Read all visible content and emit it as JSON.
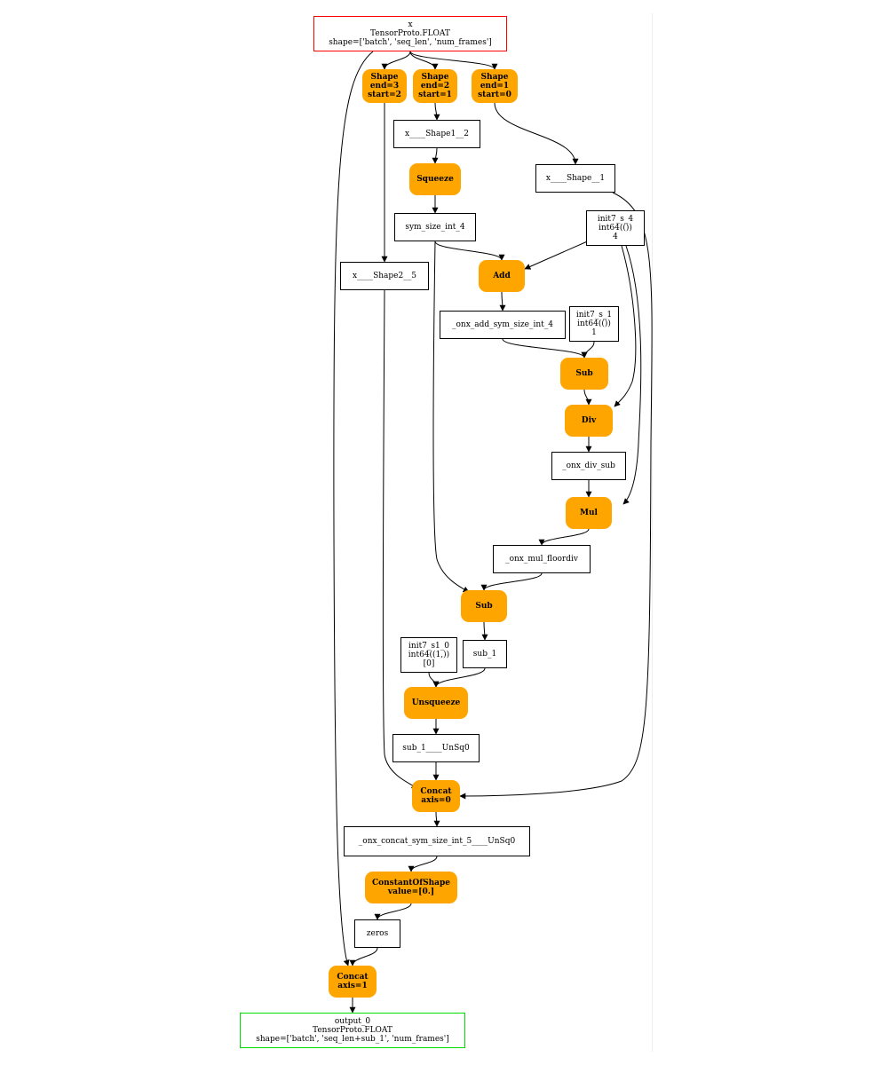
{
  "nodes": [
    {
      "id": "x",
      "kind": "input",
      "lines": [
        "x",
        "TensorProto.FLOAT",
        "shape=['batch', 'seq_len', 'num_frames']"
      ]
    },
    {
      "id": "shape_a",
      "kind": "op",
      "lines": [
        "Shape",
        "end=3",
        "start=2"
      ]
    },
    {
      "id": "shape_b",
      "kind": "op",
      "lines": [
        "Shape",
        "end=2",
        "start=1"
      ]
    },
    {
      "id": "shape_c",
      "kind": "op",
      "lines": [
        "Shape",
        "end=1",
        "start=0"
      ]
    },
    {
      "id": "x_shape1_2",
      "kind": "data",
      "lines": [
        "x____Shape1__2"
      ]
    },
    {
      "id": "squeeze",
      "kind": "op",
      "lines": [
        "Squeeze"
      ]
    },
    {
      "id": "x_shape_1",
      "kind": "data",
      "lines": [
        "x____Shape__1"
      ]
    },
    {
      "id": "sym_size_int_4",
      "kind": "data",
      "lines": [
        "sym_size_int_4"
      ]
    },
    {
      "id": "init7_s_4",
      "kind": "data",
      "lines": [
        "init7_s_4",
        "int64(())",
        "4"
      ]
    },
    {
      "id": "x_shape2_5",
      "kind": "data",
      "lines": [
        "x____Shape2__5"
      ]
    },
    {
      "id": "add",
      "kind": "op",
      "lines": [
        "Add"
      ]
    },
    {
      "id": "onx_add",
      "kind": "data",
      "lines": [
        "_onx_add_sym_size_int_4"
      ]
    },
    {
      "id": "init7_s_1",
      "kind": "data",
      "lines": [
        "init7_s_1",
        "int64(())",
        "1"
      ]
    },
    {
      "id": "sub1",
      "kind": "op",
      "lines": [
        "Sub"
      ]
    },
    {
      "id": "div",
      "kind": "op",
      "lines": [
        "Div"
      ]
    },
    {
      "id": "onx_div_sub",
      "kind": "data",
      "lines": [
        "_onx_div_sub"
      ]
    },
    {
      "id": "mul",
      "kind": "op",
      "lines": [
        "Mul"
      ]
    },
    {
      "id": "onx_mul",
      "kind": "data",
      "lines": [
        "_onx_mul_floordiv"
      ]
    },
    {
      "id": "sub2",
      "kind": "op",
      "lines": [
        "Sub"
      ]
    },
    {
      "id": "init7_s1_0",
      "kind": "data",
      "lines": [
        "init7_s1_0",
        "int64((1,))",
        "[0]"
      ]
    },
    {
      "id": "sub_1",
      "kind": "data",
      "lines": [
        "sub_1"
      ]
    },
    {
      "id": "unsqueeze",
      "kind": "op",
      "lines": [
        "Unsqueeze"
      ]
    },
    {
      "id": "sub_1_unsq0",
      "kind": "data",
      "lines": [
        "sub_1____UnSq0"
      ]
    },
    {
      "id": "concat0",
      "kind": "op",
      "lines": [
        "Concat",
        "axis=0"
      ]
    },
    {
      "id": "onx_concat",
      "kind": "data",
      "lines": [
        "_onx_concat_sym_size_int_5____UnSq0"
      ]
    },
    {
      "id": "cos",
      "kind": "op",
      "lines": [
        "ConstantOfShape",
        "value=[0.]"
      ]
    },
    {
      "id": "zeros",
      "kind": "data",
      "lines": [
        "zeros"
      ]
    },
    {
      "id": "concat1",
      "kind": "op",
      "lines": [
        "Concat",
        "axis=1"
      ]
    },
    {
      "id": "output_0",
      "kind": "output",
      "lines": [
        "output_0",
        "TensorProto.FLOAT",
        "shape=['batch', 'seq_len+sub_1', 'num_frames']"
      ]
    }
  ],
  "edges": [
    [
      "x",
      "shape_a"
    ],
    [
      "x",
      "shape_b"
    ],
    [
      "x",
      "shape_c"
    ],
    [
      "x",
      "concat1"
    ],
    [
      "shape_b",
      "x_shape1_2"
    ],
    [
      "x_shape1_2",
      "squeeze"
    ],
    [
      "squeeze",
      "sym_size_int_4"
    ],
    [
      "shape_c",
      "x_shape_1"
    ],
    [
      "shape_a",
      "x_shape2_5"
    ],
    [
      "sym_size_int_4",
      "add"
    ],
    [
      "init7_s_4",
      "add"
    ],
    [
      "add",
      "onx_add"
    ],
    [
      "onx_add",
      "sub1"
    ],
    [
      "init7_s_1",
      "sub1"
    ],
    [
      "sub1",
      "div"
    ],
    [
      "init7_s_4",
      "div"
    ],
    [
      "div",
      "onx_div_sub"
    ],
    [
      "onx_div_sub",
      "mul"
    ],
    [
      "init7_s_4",
      "mul"
    ],
    [
      "mul",
      "onx_mul"
    ],
    [
      "sym_size_int_4",
      "sub2"
    ],
    [
      "onx_mul",
      "sub2"
    ],
    [
      "sub2",
      "sub_1"
    ],
    [
      "init7_s1_0",
      "unsqueeze"
    ],
    [
      "sub_1",
      "unsqueeze"
    ],
    [
      "unsqueeze",
      "sub_1_unsq0"
    ],
    [
      "x_shape2_5",
      "concat0"
    ],
    [
      "sub_1_unsq0",
      "concat0"
    ],
    [
      "x_shape_1",
      "concat0"
    ],
    [
      "concat0",
      "onx_concat"
    ],
    [
      "onx_concat",
      "cos"
    ],
    [
      "cos",
      "zeros"
    ],
    [
      "zeros",
      "concat1"
    ],
    [
      "concat1",
      "output_0"
    ]
  ]
}
